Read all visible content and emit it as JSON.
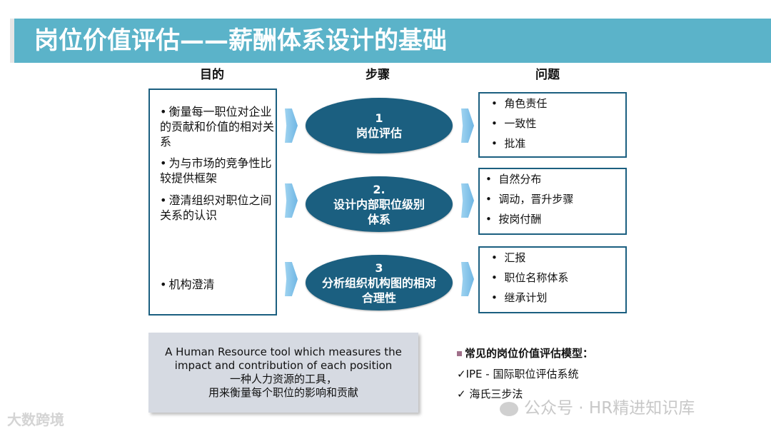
{
  "title": "岗位价值评估——薪酬体系设计的基础",
  "headers": {
    "purpose": "目的",
    "steps": "步骤",
    "issues": "问题"
  },
  "purpose_items": [
    "衡量每一职位对企业的贡献和价值的相对关系",
    "为与市场的竞争性比较提供框架",
    "澄清组织对职位之间关系的认识",
    "机构澄清"
  ],
  "steps": [
    {
      "number": "1",
      "label": "岗位评估"
    },
    {
      "number": "2.",
      "label": "设计内部职位级别体系"
    },
    {
      "number": "3",
      "label": "分析组织机构图的相对合理性"
    }
  ],
  "issues": [
    [
      "角色责任",
      "一致性",
      "批准"
    ],
    [
      "自然分布",
      "调动，晋升步骤",
      "按岗付酬"
    ],
    [
      "汇报",
      "职位名称体系",
      "继承计划"
    ]
  ],
  "summary": {
    "en_line1": "A Human Resource tool which measures the",
    "en_line2": "impact and contribution of each position",
    "zh_line1": "一种人力资源的工具，",
    "zh_line2": "用来衡量每个职位的影响和贡献"
  },
  "models": {
    "title": "常见的岗位价值评估模型：",
    "items": [
      "✓IPE - 国际职位评估系统",
      "✓ 海氏三步法"
    ]
  },
  "watermarks": {
    "left": "大数跨境",
    "right": "公众号 · HR精进知识库"
  }
}
